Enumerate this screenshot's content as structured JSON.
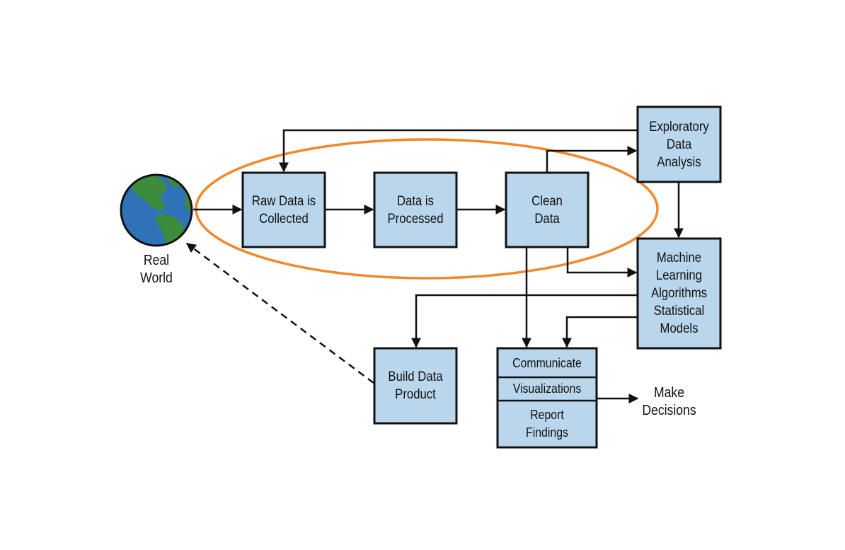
{
  "real_world": "Real\nWorld",
  "nodes": {
    "raw": "Raw Data is\nCollected",
    "processed": "Data is\nProcessed",
    "clean": "Clean\nData",
    "eda": "Exploratory\nData\nAnalysis",
    "ml": "Machine\nLearning\nAlgorithms\nStatistical\nModels",
    "product": "Build Data\nProduct",
    "communicate": "Communicate",
    "visualizations": "Visualizations",
    "report": "Report\nFindings"
  },
  "make_decisions": "Make\nDecisions",
  "colors": {
    "box_fill": "#b9d6ec",
    "highlight_ellipse": "#f0892e",
    "globe_ocean": "#2f72b8",
    "globe_land": "#3d8b3d",
    "stroke": "#111111"
  }
}
